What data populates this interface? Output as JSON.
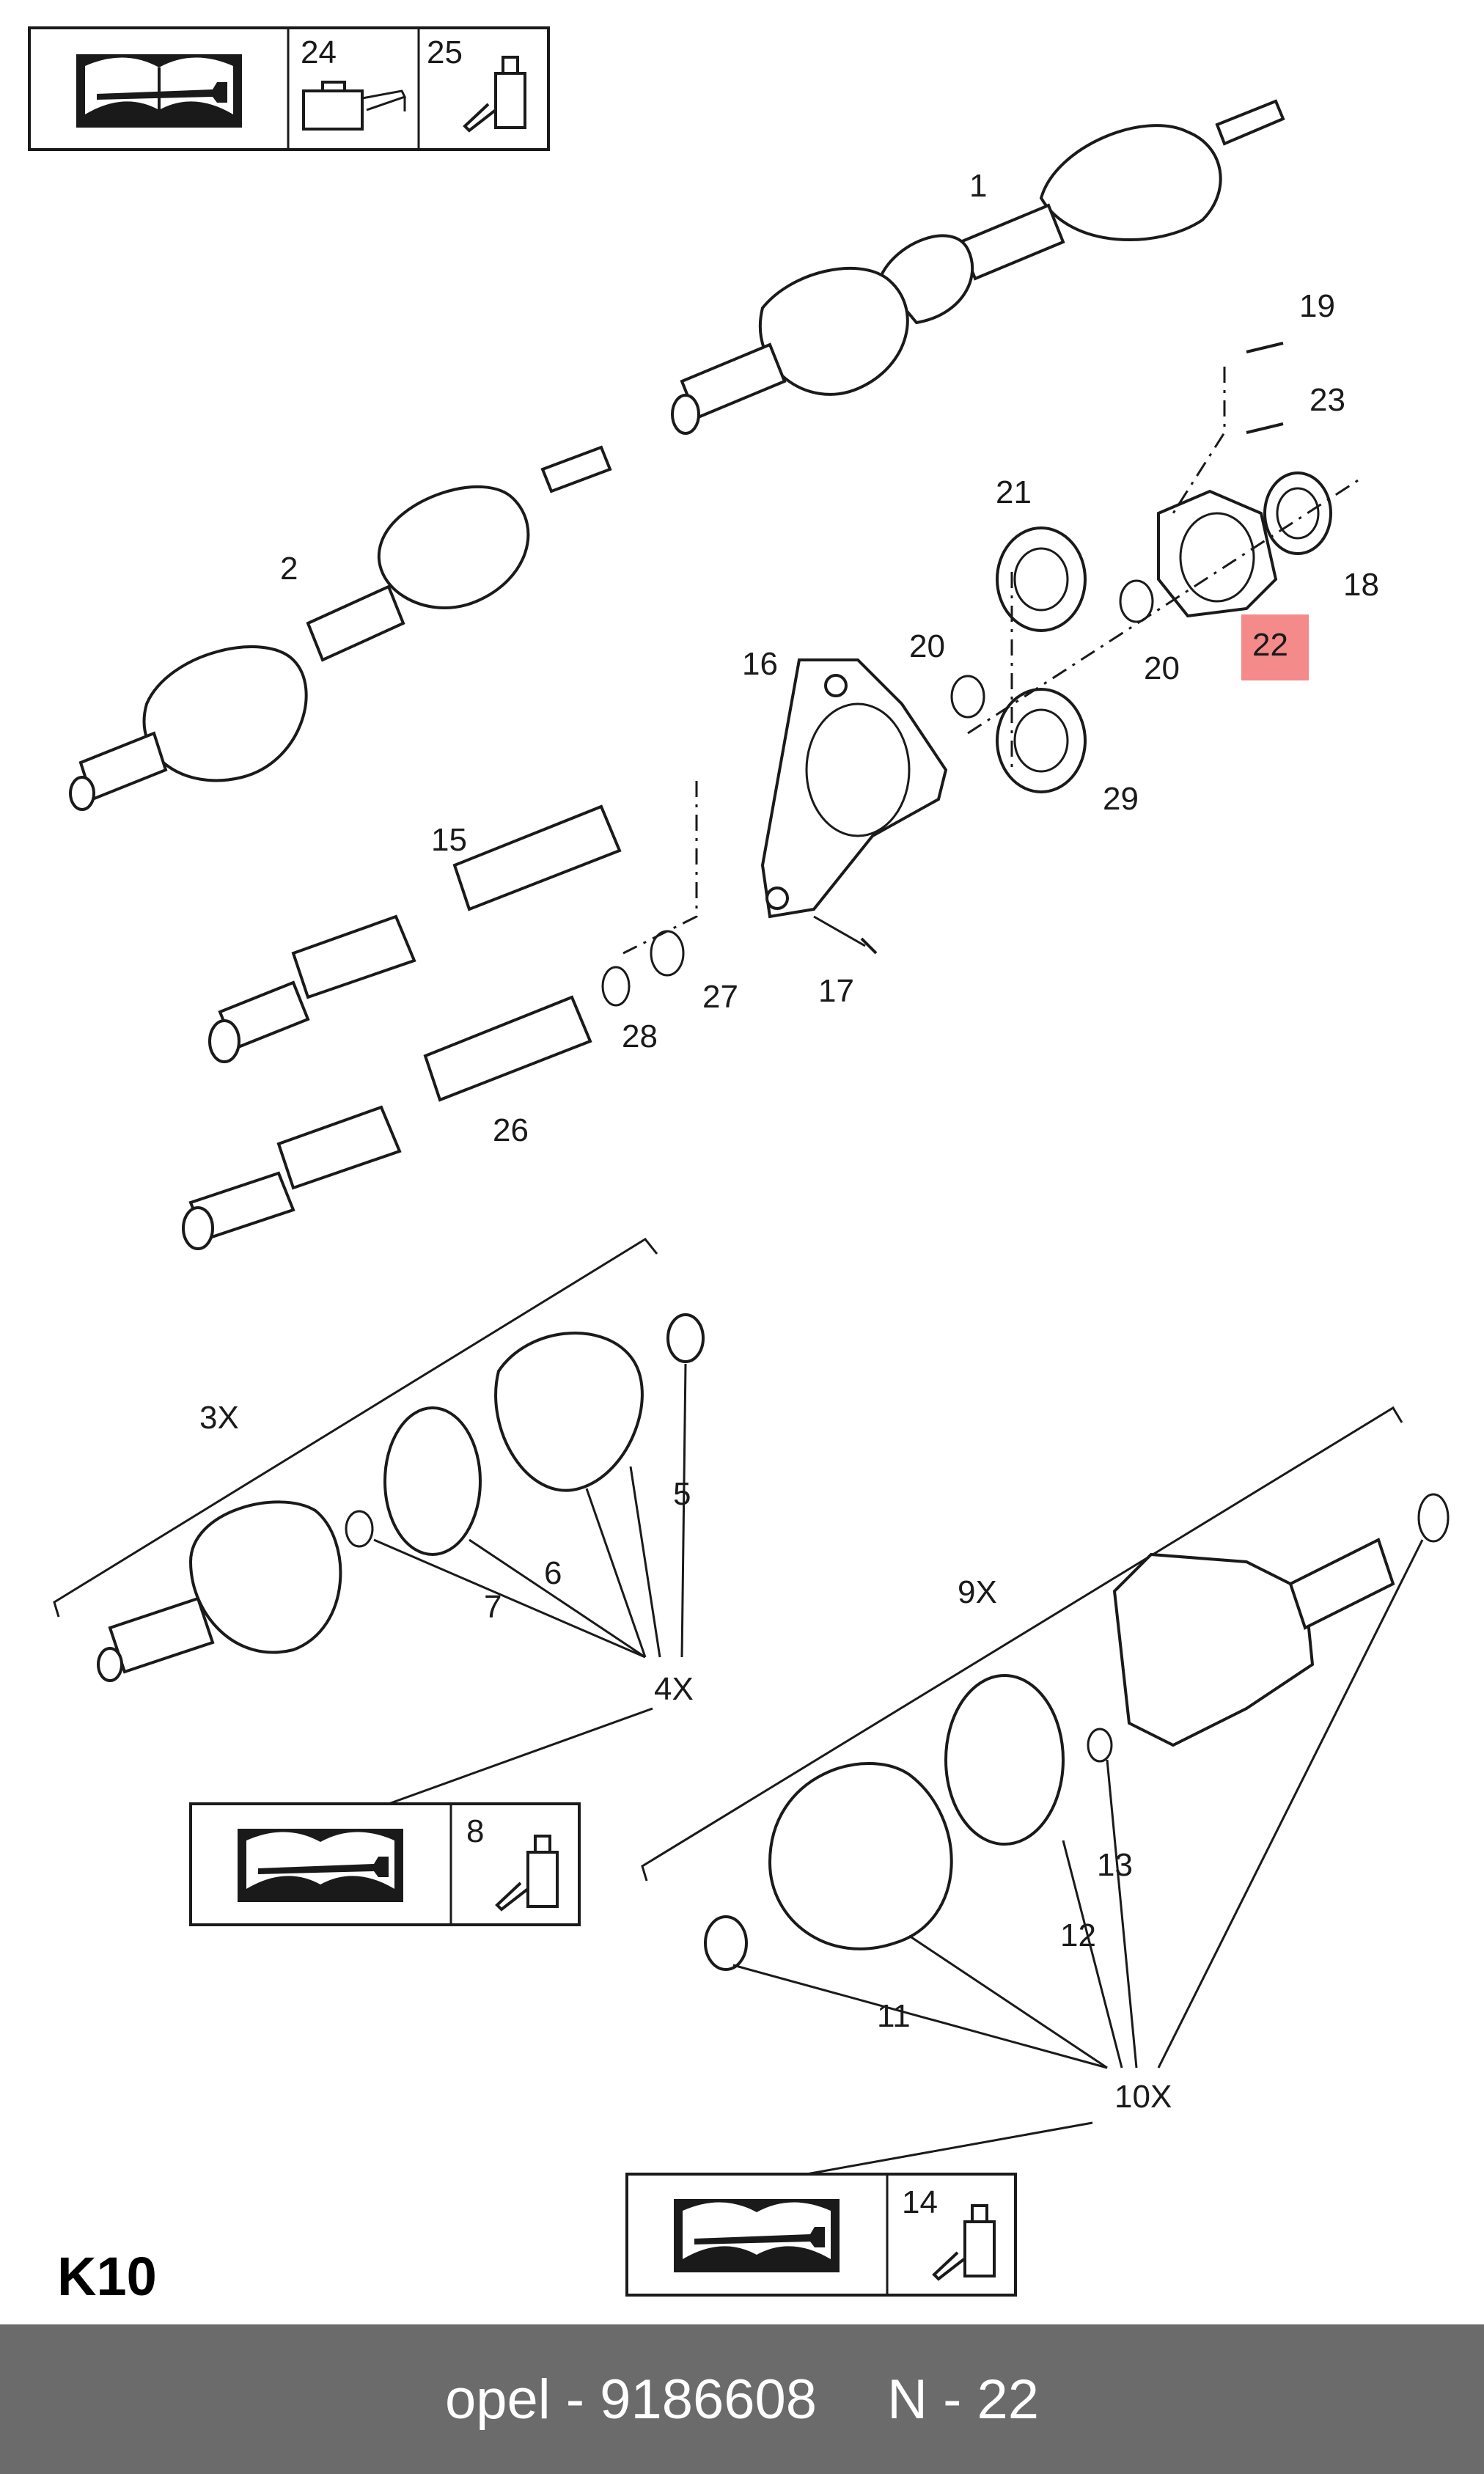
{
  "page_code": "K10",
  "footer": {
    "brand_part": "opel - 9186608",
    "ref": "N - 22"
  },
  "highlight_color": "#f48a8a",
  "highlighted_label": "22",
  "callouts": {
    "n1": "1",
    "n2": "2",
    "n3x": "3X",
    "n4x": "4X",
    "n5": "5",
    "n6": "6",
    "n7": "7",
    "n8": "8",
    "n9x": "9X",
    "n10x": "10X",
    "n11": "11",
    "n12": "12",
    "n13": "13",
    "n14": "14",
    "n15": "15",
    "n16": "16",
    "n17": "17",
    "n18": "18",
    "n19": "19",
    "n20a": "20",
    "n20b": "20",
    "n21": "21",
    "n22": "22",
    "n23": "23",
    "n24": "24",
    "n25": "25",
    "n26": "26",
    "n27": "27",
    "n28": "28",
    "n29": "29"
  },
  "icons": [
    "manual-wrench-icon",
    "oil-can-icon",
    "grease-tube-icon"
  ]
}
